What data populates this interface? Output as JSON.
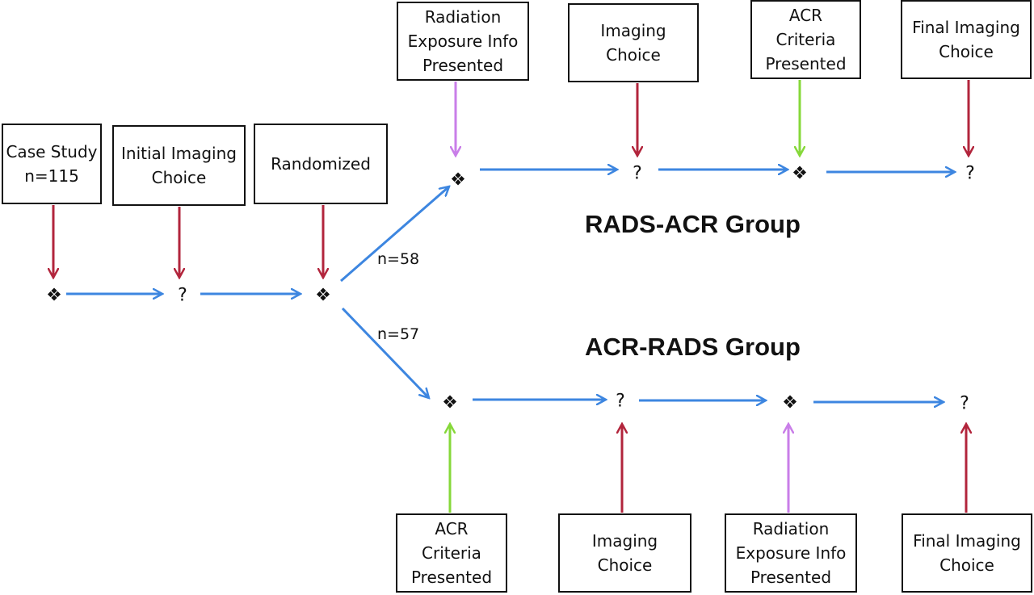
{
  "colors": {
    "flow": "#3d86e0",
    "red": "#b2253c",
    "purple": "#c97ee8",
    "green": "#86d83a"
  },
  "start": {
    "case_study": "Case Study\nn=115",
    "initial": "Initial Imaging\nChoice",
    "randomized": "Randomized"
  },
  "symbols": {
    "diamond": "❖",
    "question": "?"
  },
  "branch": {
    "top_n": "n=58",
    "bottom_n": "n=57"
  },
  "groups": {
    "top": "RADS-ACR Group",
    "bottom": "ACR-RADS Group"
  },
  "top_boxes": {
    "radiation": "Radiation\nExposure Info\nPresented",
    "imaging": "Imaging\nChoice",
    "acr": "ACR\nCriteria\nPresented",
    "final": "Final Imaging\nChoice"
  },
  "bottom_boxes": {
    "acr": "ACR\nCriteria\nPresented",
    "imaging": "Imaging\nChoice",
    "radiation": "Radiation\nExposure Info\nPresented",
    "final": "Final Imaging\nChoice"
  }
}
